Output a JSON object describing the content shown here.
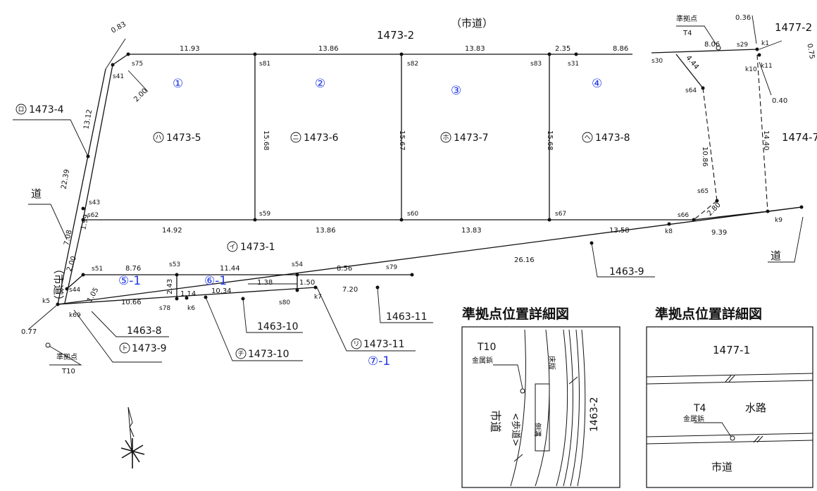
{
  "road_top": "（市道）",
  "road_left": "（市道）",
  "michi_left": "道",
  "michi_right": "道",
  "parcel_top": "1473-2",
  "parcel_top_right": "1477-2",
  "parcel_right": "1474-7",
  "benchmark_t4": {
    "label": "準拠点",
    "code": "T4"
  },
  "benchmark_t10": {
    "label": "準拠点",
    "code": "T10"
  },
  "lot_numbers": [
    "①",
    "②",
    "③",
    "④",
    "⑤-1",
    "⑥-1",
    "⑦-1"
  ],
  "lots": [
    {
      "kana": "ハ",
      "label": "1473-5"
    },
    {
      "kana": "ニ",
      "label": "1473-6"
    },
    {
      "kana": "ホ",
      "label": "1473-7"
    },
    {
      "kana": "ヘ",
      "label": "1473-8"
    }
  ],
  "lot_main": {
    "kana": "イ",
    "label": "1473-1"
  },
  "lot_ro": {
    "kana": "ロ",
    "label": "1473-4"
  },
  "lower_parcels": {
    "p1463_9": "1463-9",
    "p1463_8": "1463-8",
    "p1463_10": "1463-10",
    "p1463_11": "1463-11",
    "to": {
      "kana": "ト",
      "label": "1473-9"
    },
    "chi": {
      "kana": "チ",
      "label": "1473-10"
    },
    "ri": {
      "kana": "リ",
      "label": "1473-11"
    }
  },
  "dims": {
    "top1": "11.93",
    "top2": "13.86",
    "top3": "13.83",
    "top4": "2.35",
    "top5": "8.86",
    "bot1": "14.92",
    "bot2": "13.86",
    "bot3": "13.83",
    "bot4": "13.58",
    "bot5": "9.39",
    "v1": "15.68",
    "v2": "15.67",
    "v3": "15.68",
    "v4": "10.86",
    "v5": "14.40",
    "l1": "13.12",
    "l2": "22.39",
    "l3": "7.08",
    "l4": "1.99",
    "l5": "2.00",
    "d083": "0.83",
    "d200": "2.00",
    "d444": "4.44",
    "d280": "2.80",
    "d036": "0.36",
    "d806": "8.06",
    "d040": "0.40",
    "d075": "0.75",
    "s1": "8.76",
    "s2": "11.44",
    "s3": "8.56",
    "s4": "1.38",
    "s5": "1.50",
    "s6": "2.43",
    "s7": "1.14",
    "s8": "10.34",
    "s9": "10.66",
    "s10": "1.05",
    "s11": "7.20",
    "s12": "26.16",
    "s13": "0.77",
    "s14": "2.00"
  },
  "points": [
    "s75",
    "s81",
    "s82",
    "s83",
    "s31",
    "s30",
    "s29",
    "k1",
    "k10",
    "k11",
    "s41",
    "s64",
    "s65",
    "s66",
    "k8",
    "k9",
    "s43",
    "s62",
    "s59",
    "s60",
    "s67",
    "s51",
    "s53",
    "s54",
    "s79",
    "s44",
    "s78",
    "k6",
    "s80",
    "k7",
    "k5",
    "k69"
  ],
  "detail_left": {
    "title": "準拠点位置詳細図",
    "code": "T10",
    "marker": "金属鋲",
    "road": "市道",
    "walkway": "<歩道>",
    "slope": "床版",
    "gutter": "側溝",
    "parcel": "1463-2"
  },
  "detail_right": {
    "title": "準拠点位置詳細図",
    "parcel": "1477-1",
    "code": "T4",
    "marker": "金属鋲",
    "waterway": "水路",
    "road": "市道"
  }
}
